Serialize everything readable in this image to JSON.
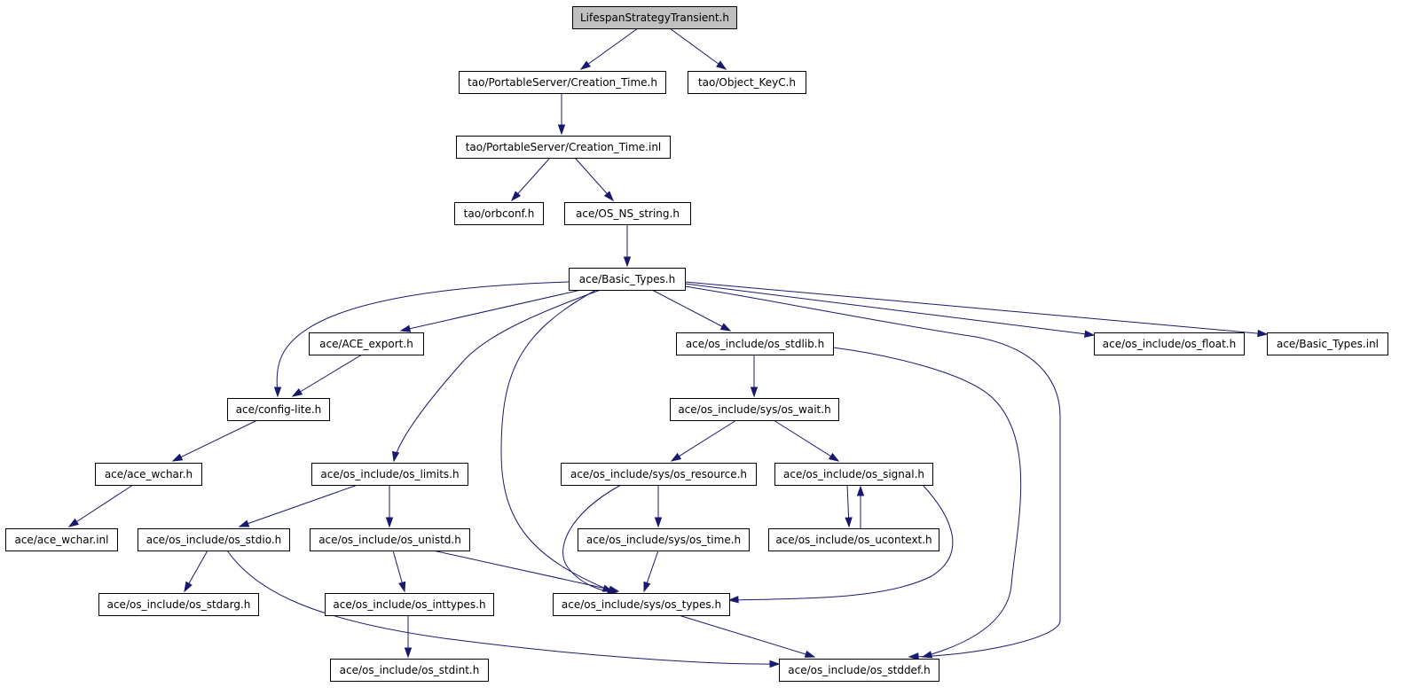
{
  "nodes": [
    {
      "id": "n0",
      "label": "LifespanStrategyTransient.h",
      "root": true
    },
    {
      "id": "n1",
      "label": "tao/PortableServer/Creation_Time.h"
    },
    {
      "id": "n2",
      "label": "tao/Object_KeyC.h"
    },
    {
      "id": "n3",
      "label": "tao/PortableServer/Creation_Time.inl"
    },
    {
      "id": "n4",
      "label": "tao/orbconf.h"
    },
    {
      "id": "n5",
      "label": "ace/OS_NS_string.h"
    },
    {
      "id": "n6",
      "label": "ace/Basic_Types.h"
    },
    {
      "id": "n7",
      "label": "ace/ACE_export.h"
    },
    {
      "id": "n8",
      "label": "ace/os_include/os_stdlib.h"
    },
    {
      "id": "n9",
      "label": "ace/os_include/os_float.h"
    },
    {
      "id": "n10",
      "label": "ace/Basic_Types.inl"
    },
    {
      "id": "n11",
      "label": "ace/config-lite.h"
    },
    {
      "id": "n12",
      "label": "ace/os_include/sys/os_wait.h"
    },
    {
      "id": "n13",
      "label": "ace/ace_wchar.h"
    },
    {
      "id": "n14",
      "label": "ace/os_include/os_limits.h"
    },
    {
      "id": "n15",
      "label": "ace/os_include/sys/os_resource.h"
    },
    {
      "id": "n16",
      "label": "ace/os_include/os_signal.h"
    },
    {
      "id": "n17",
      "label": "ace/ace_wchar.inl"
    },
    {
      "id": "n18",
      "label": "ace/os_include/os_stdio.h"
    },
    {
      "id": "n19",
      "label": "ace/os_include/os_unistd.h"
    },
    {
      "id": "n20",
      "label": "ace/os_include/sys/os_time.h"
    },
    {
      "id": "n21",
      "label": "ace/os_include/os_ucontext.h"
    },
    {
      "id": "n22",
      "label": "ace/os_include/os_stdarg.h"
    },
    {
      "id": "n23",
      "label": "ace/os_include/os_inttypes.h"
    },
    {
      "id": "n24",
      "label": "ace/os_include/sys/os_types.h"
    },
    {
      "id": "n25",
      "label": "ace/os_include/os_stdint.h"
    },
    {
      "id": "n26",
      "label": "ace/os_include/os_stddef.h"
    }
  ],
  "edges": [
    [
      "n0",
      "n1"
    ],
    [
      "n0",
      "n2"
    ],
    [
      "n1",
      "n3"
    ],
    [
      "n3",
      "n4"
    ],
    [
      "n3",
      "n5"
    ],
    [
      "n5",
      "n6"
    ],
    [
      "n6",
      "n7"
    ],
    [
      "n6",
      "n8"
    ],
    [
      "n6",
      "n9"
    ],
    [
      "n6",
      "n10"
    ],
    [
      "n6",
      "n11"
    ],
    [
      "n6",
      "n14"
    ],
    [
      "n6",
      "n24"
    ],
    [
      "n6",
      "n26"
    ],
    [
      "n7",
      "n11"
    ],
    [
      "n11",
      "n13"
    ],
    [
      "n13",
      "n17"
    ],
    [
      "n8",
      "n12"
    ],
    [
      "n8",
      "n26"
    ],
    [
      "n12",
      "n15"
    ],
    [
      "n12",
      "n16"
    ],
    [
      "n14",
      "n18"
    ],
    [
      "n14",
      "n19"
    ],
    [
      "n15",
      "n20"
    ],
    [
      "n15",
      "n24"
    ],
    [
      "n16",
      "n21"
    ],
    [
      "n21",
      "n16"
    ],
    [
      "n16",
      "n24"
    ],
    [
      "n18",
      "n22"
    ],
    [
      "n18",
      "n26"
    ],
    [
      "n19",
      "n23"
    ],
    [
      "n19",
      "n24"
    ],
    [
      "n20",
      "n24"
    ],
    [
      "n23",
      "n25"
    ],
    [
      "n24",
      "n26"
    ]
  ]
}
